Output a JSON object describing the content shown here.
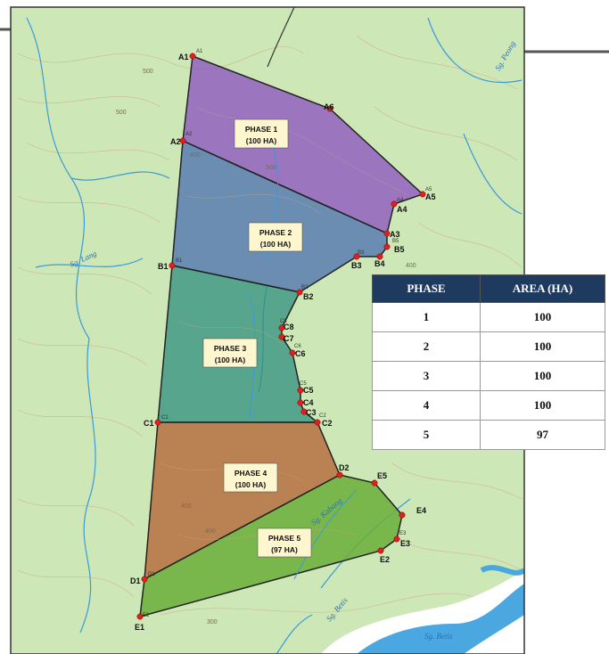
{
  "phases": [
    {
      "label": "PHASE 1",
      "area": "(100 HA)",
      "color": "#8a4fc0"
    },
    {
      "label": "PHASE 2",
      "area": "(100 HA)",
      "color": "#4a6fb0"
    },
    {
      "label": "PHASE 3",
      "area": "(100 HA)",
      "color": "#2f8f7e"
    },
    {
      "label": "PHASE 4",
      "area": "(100 HA)",
      "color": "#b5673a"
    },
    {
      "label": "PHASE 5",
      "area": "(97 HA)",
      "color": "#6aae3a"
    }
  ],
  "points": [
    "A1",
    "A2",
    "A3",
    "A4",
    "A5",
    "A6",
    "B1",
    "B2",
    "B3",
    "B4",
    "B5",
    "C1",
    "C2",
    "C3",
    "C4",
    "C5",
    "C6",
    "C7",
    "C8",
    "D1",
    "D2",
    "E1",
    "E2",
    "E3",
    "E4",
    "E5"
  ],
  "rivers": [
    "Sg. Peong",
    "Sg. Lang",
    "Sg. Kabang",
    "Sg. Betis",
    "Sg. Betis"
  ],
  "contours": [
    "500",
    "500",
    "500",
    "400",
    "400",
    "400",
    "400",
    "300"
  ],
  "table": {
    "headers": [
      "PHASE",
      "AREA (HA)"
    ],
    "rows": [
      [
        "1",
        "100"
      ],
      [
        "2",
        "100"
      ],
      [
        "3",
        "100"
      ],
      [
        "4",
        "100"
      ],
      [
        "5",
        "97"
      ]
    ]
  },
  "colors": {
    "terrain": "#cde8b6",
    "river": "#3a9ad9",
    "table_header": "#1f3a5f",
    "boundary_point": "#e0201c"
  }
}
